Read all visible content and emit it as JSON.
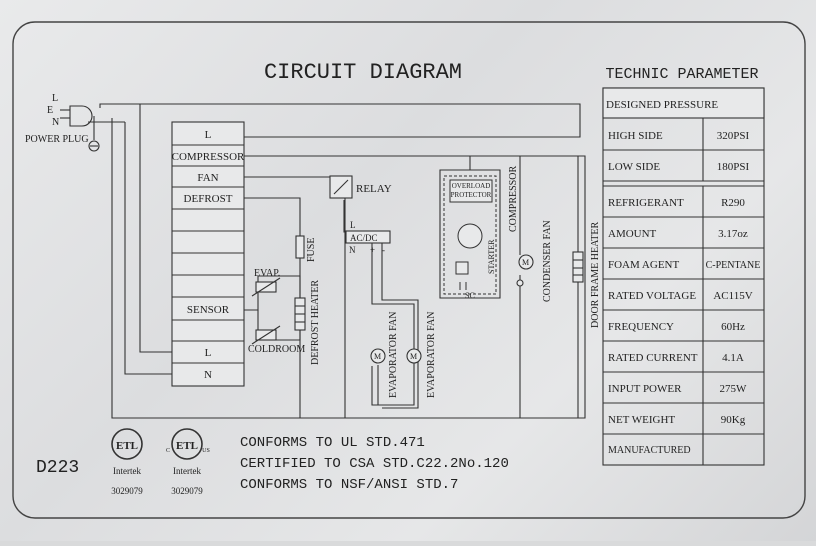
{
  "title": "CIRCUIT  DIAGRAM",
  "parameter_title": "TECHNIC  PARAMETER",
  "plug": {
    "l": "L",
    "e": "E",
    "n": "N",
    "label": "POWER PLUG"
  },
  "controller": {
    "l_top": "L",
    "compressor": "COMPRESSOR",
    "fan": "FAN",
    "defrost": "DEFROST",
    "sensor": "SENSOR",
    "l_bottom": "L",
    "n_bottom": "N"
  },
  "components": {
    "relay": "RELAY",
    "acdc": "AC/DC",
    "acdc_l": "L",
    "acdc_n": "N",
    "acdc_plus": "+",
    "acdc_minus": "-",
    "fuse": "FUSE",
    "defrost_heater": "DEFROST HEATER",
    "evap_sensor": "EVAP.",
    "coldroom_sensor": "COLDROOM",
    "evaporator_fan_1": "EVAPORATOR FAN",
    "evaporator_fan_2": "EVAPORATOR FAN",
    "motor_symbol": "M",
    "overload": "OVERLOAD",
    "protector": "PROTECTOR",
    "starter": "STARTER",
    "sc": "SC",
    "compressor": "COMPRESSOR",
    "condenser_fan": "CONDENSER FAN",
    "door_frame_heater": "DOOR FRAME HEATER"
  },
  "parameters": {
    "designed_pressure": "DESIGNED PRESSURE",
    "rows": [
      {
        "label": "HIGH SIDE",
        "value": "320PSI"
      },
      {
        "label": "LOW SIDE",
        "value": "180PSI"
      },
      {
        "label": "REFRIGERANT",
        "value": "R290"
      },
      {
        "label": "AMOUNT",
        "value": "3.17oz"
      },
      {
        "label": "FOAM AGENT",
        "value": "C-PENTANE"
      },
      {
        "label": "RATED VOLTAGE",
        "value": "AC115V"
      },
      {
        "label": "FREQUENCY",
        "value": "60Hz"
      },
      {
        "label": "RATED CURRENT",
        "value": "4.1A"
      },
      {
        "label": "INPUT POWER",
        "value": "275W"
      },
      {
        "label": "NET WEIGHT",
        "value": "90Kg"
      },
      {
        "label": "MANUFACTURED",
        "value": ""
      }
    ]
  },
  "model": "D223",
  "certs": {
    "etl_mark": "ETL",
    "c_mark": "C",
    "us_mark": "US",
    "intertek": "Intertek",
    "number_1": "3029079",
    "number_2": "3029079"
  },
  "conformance": [
    "CONFORMS TO UL STD.471",
    "CERTIFIED TO CSA STD.C22.2No.120",
    "CONFORMS TO NSF/ANSI STD.7"
  ]
}
